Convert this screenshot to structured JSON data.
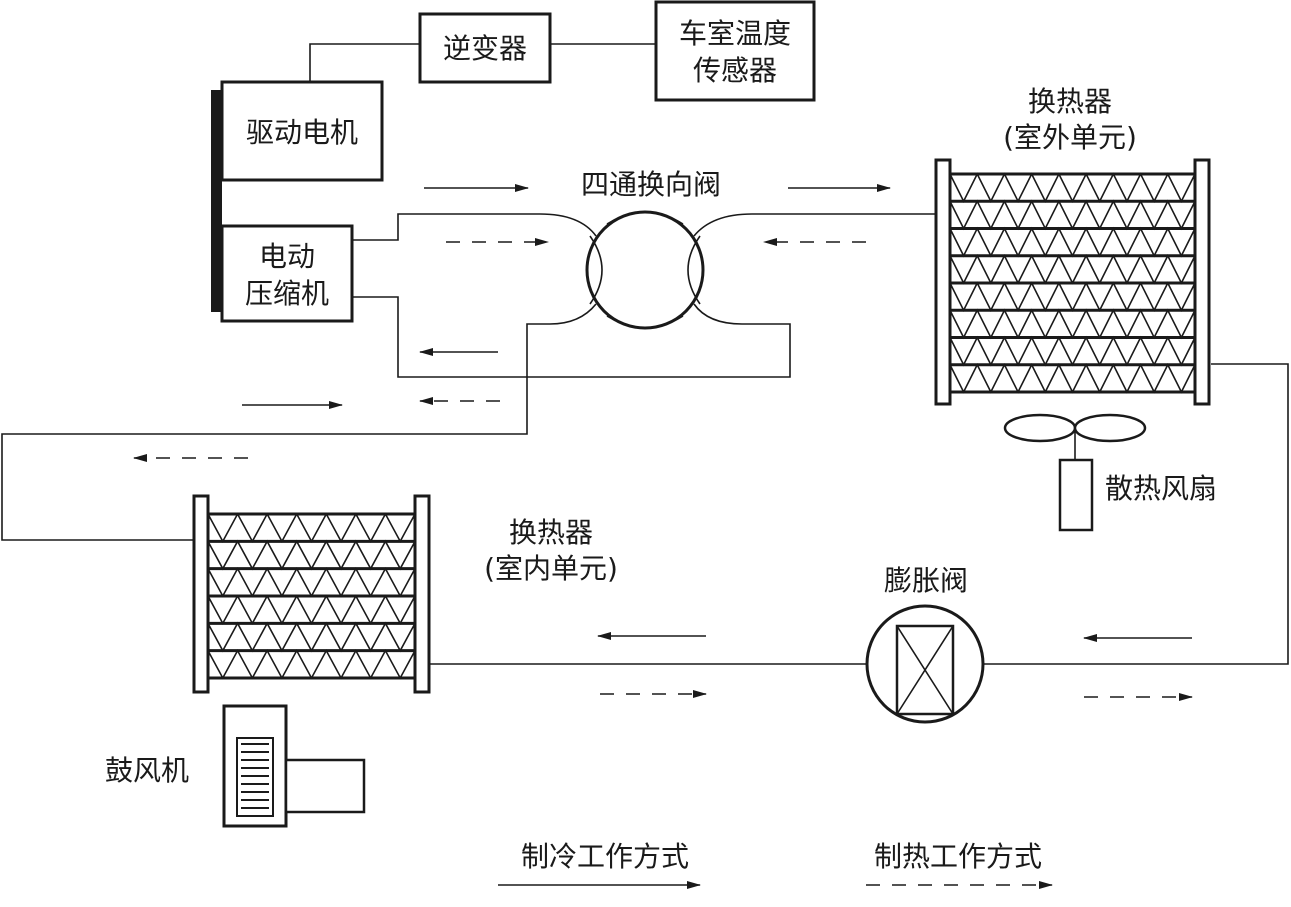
{
  "labels": {
    "inverter": "逆变器",
    "cabin_sensor_line1": "车室温度",
    "cabin_sensor_line2": "传感器",
    "drive_motor": "驱动电机",
    "compressor_line1": "电动",
    "compressor_line2": "压缩机",
    "four_way_valve": "四通换向阀",
    "outdoor_hx_line1": "换热器",
    "outdoor_hx_line2": "(室外单元)",
    "radiator_fan": "散热风扇",
    "indoor_hx_line1": "换热器",
    "indoor_hx_line2": "(室内单元)",
    "expansion_valve": "膨胀阀",
    "blower": "鼓风机",
    "legend_cooling": "制冷工作方式",
    "legend_heating": "制热工作方式"
  }
}
